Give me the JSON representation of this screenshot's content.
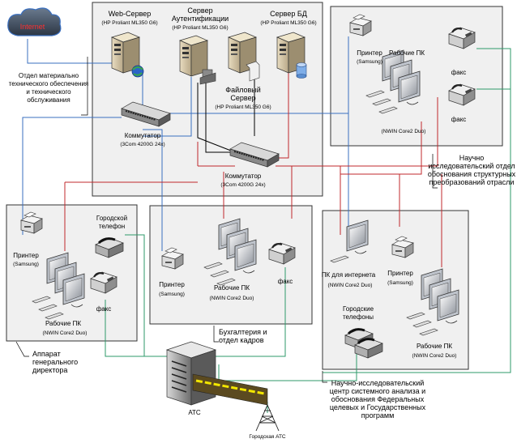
{
  "internet": {
    "label": "Internet"
  },
  "server_room": {
    "web_server": {
      "name": "Web-Сервер",
      "model": "(HP Proliant ML350 G6)"
    },
    "auth_server": {
      "name_l1": "Сервер",
      "name_l2": "Аутентификации",
      "model": "(HP Proliant ML350 G6)"
    },
    "db_server": {
      "name": "Сервер БД",
      "model": "(HP Proliant ML350 G6)"
    },
    "file_server": {
      "name_l1": "Файловый",
      "name_l2": "Сервер",
      "model": "(HP Proliant ML350 G6)"
    },
    "switch_1": {
      "name": "Коммутатор",
      "model": "(3Com 4200G 24x)"
    },
    "switch_2": {
      "name": "Коммутатор",
      "model": "(3Com 4200G 24x)"
    }
  },
  "dept_logistics": {
    "lines": [
      "Отдел материально",
      "технического обеспечения",
      "и технического",
      "обслуживания"
    ]
  },
  "top_right": {
    "printer": {
      "name": "Принтер",
      "model": "(Samsung)"
    },
    "workstations": {
      "name": "Рабочие ПК",
      "model": "(NWIN Core2 Duo)"
    },
    "fax_1": "факс",
    "fax_2": "факс"
  },
  "research_dept": {
    "lines": [
      "Научно",
      "исследовательский отдел",
      "обоснования структурных",
      "преобразований отрасли"
    ]
  },
  "director_office": {
    "city_phone": {
      "l1": "Городской",
      "l2": "телефон"
    },
    "printer": {
      "name": "Принтер",
      "model": "(Samsung)"
    },
    "fax": "факс",
    "workstations": {
      "name": "Рабочие ПК",
      "model": "(NWIN Core2 Duo)"
    },
    "caption": [
      "Аппарат",
      "генерального",
      "директора"
    ]
  },
  "accounting": {
    "printer": {
      "name": "Принтер",
      "model": "(Samsung)"
    },
    "workstations": {
      "name": "Рабочие ПК",
      "model": "(NWIN Core2 Duo)"
    },
    "fax": "факс",
    "caption": [
      "Бухгалтерия и",
      "отдел кадров"
    ]
  },
  "research_center": {
    "internet_pc": {
      "name": "ПК для интернета",
      "model": "(NWIN Core2 Duo)"
    },
    "printer": {
      "name": "Принтер",
      "model": "(Samsung)"
    },
    "city_phones": {
      "l1": "Городские",
      "l2": "телефоны"
    },
    "workstations": {
      "name": "Рабочие ПК",
      "model": "(NWIN Core2 Duo)"
    },
    "caption": [
      "Научно-исследовательский",
      "центр системного анализа и",
      "обоснования Федеральных",
      "целевых и Государственных",
      "программ"
    ]
  },
  "pbx": {
    "label": "АТС"
  },
  "city_pbx": {
    "label": "Городская АТС"
  },
  "colors": {
    "blue": "#3a6fbf",
    "red": "#c0282c",
    "green": "#2e9a6a",
    "black": "#000000"
  }
}
